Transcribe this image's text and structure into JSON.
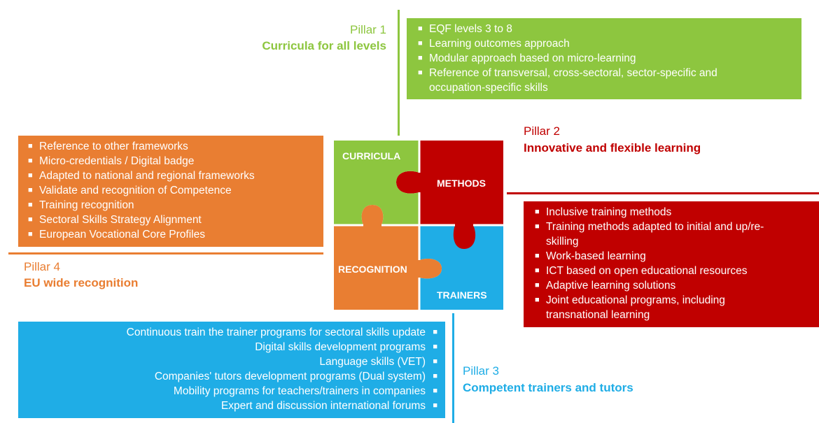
{
  "colors": {
    "green": "#8dc63f",
    "red": "#c00000",
    "orange": "#e97e32",
    "blue": "#1fade6"
  },
  "pillar1": {
    "number": "Pillar 1",
    "title": "Curricula for all levels",
    "items": [
      "EQF levels 3 to 8",
      "Learning outcomes approach",
      "Modular approach based on micro-learning",
      "Reference of transversal, cross-sectoral, sector-specific and occupation-specific skills"
    ]
  },
  "pillar2": {
    "number": "Pillar 2",
    "title": "Innovative and flexible learning",
    "items": [
      "Inclusive training methods",
      "Training methods adapted to initial and up/re-skilling",
      "Work-based learning",
      "ICT based on open educational resources",
      "Adaptive learning solutions",
      "Joint educational programs, including transnational learning"
    ]
  },
  "pillar3": {
    "number": "Pillar 3",
    "title": "Competent trainers and tutors",
    "items": [
      "Continuous train the trainer programs for sectoral skills update",
      "Digital skills development programs",
      "Language skills (VET)",
      "Companies' tutors development programs (Dual system)",
      "Mobility programs for teachers/trainers in companies",
      "Expert and discussion international forums"
    ]
  },
  "pillar4": {
    "number": "Pillar 4",
    "title": "EU wide recognition",
    "items": [
      "Reference to other frameworks",
      "Micro-credentials / Digital badge",
      "Adapted to national and regional frameworks",
      "Validate and recognition of Competence",
      "Training recognition",
      "Sectoral Skills Strategy Alignment",
      "European Vocational Core Profiles"
    ]
  },
  "puzzle": {
    "curricula": "CURRICULA",
    "methods": "METHODS",
    "recognition": "RECOGNITION",
    "trainers": "TRAINERS"
  },
  "bullet_char": "■"
}
